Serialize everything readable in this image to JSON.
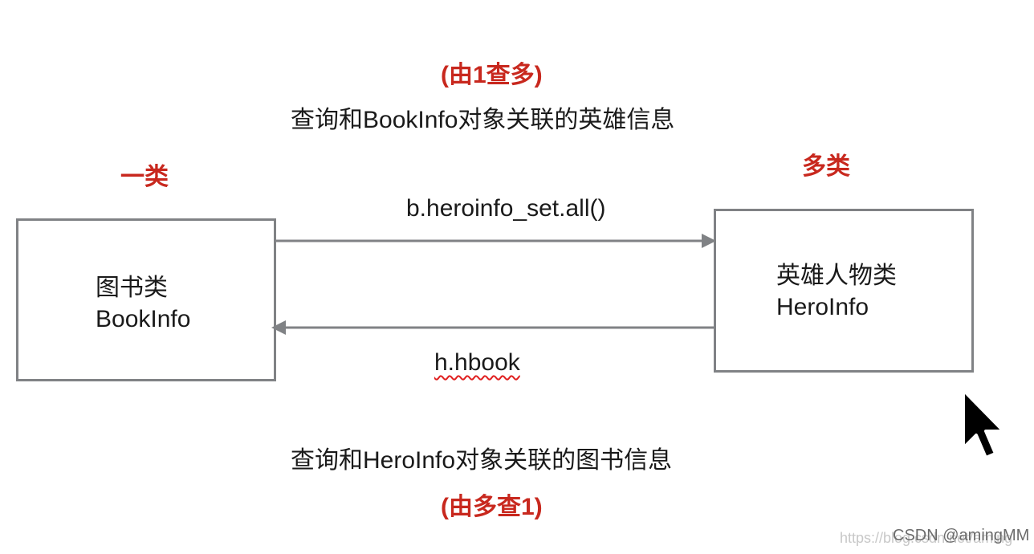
{
  "top": {
    "tag": "(由1查多)",
    "description": "查询和BookInfo对象关联的英雄信息"
  },
  "left": {
    "category": "一类",
    "box_line1": "图书类",
    "box_line2": "BookInfo"
  },
  "right": {
    "category": "多类",
    "box_line1": "英雄人物类",
    "box_line2": "HeroInfo"
  },
  "arrows": {
    "forward_label": "b.heroinfo_set.all()",
    "backward_label": "h.hbook"
  },
  "bottom": {
    "description": "查询和HeroInfo对象关联的图书信息",
    "tag": "(由多查1)"
  },
  "watermark": {
    "url_text": "https://blog.csdn.net/aming",
    "brand": "CSDN @amingMM"
  },
  "colors": {
    "accent_red": "#c8281e",
    "box_border": "#808285",
    "arrow": "#808285"
  }
}
